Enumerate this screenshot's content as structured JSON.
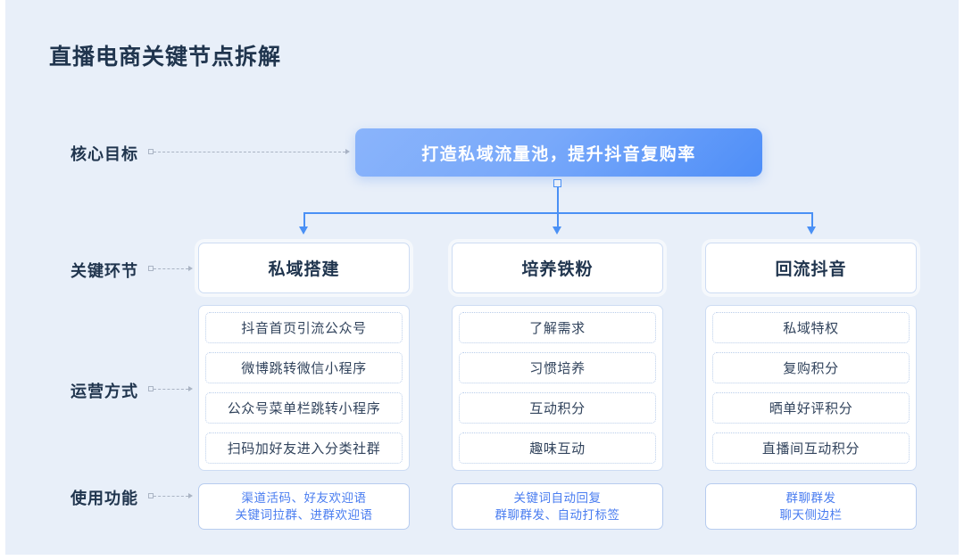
{
  "page": {
    "title": "直播电商关键节点拆解",
    "background_color": "#e8eff9",
    "accent_color": "#4a90f5",
    "text_color": "#20354e",
    "feature_text_color": "#4a7df0"
  },
  "rows": {
    "goal_label": "核心目标",
    "stage_label": "关键环节",
    "tactics_label": "运营方式",
    "features_label": "使用功能"
  },
  "goal": {
    "text": "打造私域流量池，提升抖音复购率"
  },
  "columns": [
    {
      "stage": "私域搭建",
      "tactics": [
        "抖音首页引流公众号",
        "微博跳转微信小程序",
        "公众号菜单栏跳转小程序",
        "扫码加好友进入分类社群"
      ],
      "features": [
        "渠道活码、好友欢迎语",
        "关键词拉群、进群欢迎语"
      ]
    },
    {
      "stage": "培养铁粉",
      "tactics": [
        "了解需求",
        "习惯培养",
        "互动积分",
        "趣味互动"
      ],
      "features": [
        "关键词自动回复",
        "群聊群发、自动打标签"
      ]
    },
    {
      "stage": "回流抖音",
      "tactics": [
        "私域特权",
        "复购积分",
        "晒单好评积分",
        "直播间互动积分"
      ],
      "features": [
        "群聊群发",
        "聊天侧边栏"
      ]
    }
  ]
}
